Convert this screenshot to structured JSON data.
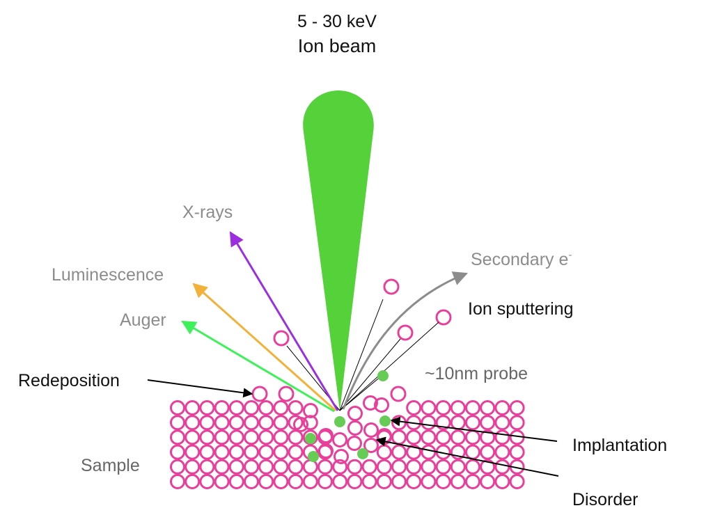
{
  "beam": {
    "energy": "5 - 30 keV",
    "name": "Ion beam",
    "color": "#55d13a"
  },
  "emissions": [
    {
      "label": "X-rays",
      "color": "#9b2fe0"
    },
    {
      "label": "Luminescence",
      "color": "#f2b23a"
    },
    {
      "label": "Auger",
      "color": "#3ef05a"
    },
    {
      "label": "Secondary e",
      "superscript": "-",
      "color": "#8c8c8c"
    }
  ],
  "labels": {
    "ion_sputtering": "Ion sputtering",
    "probe": "~10nm probe",
    "redeposition": "Redeposition",
    "implantation": "Implantation",
    "disorder": "Disorder",
    "sample": "Sample"
  },
  "colors": {
    "atom": "#e8409a",
    "implanted_ion": "#66cc55",
    "text_dark": "#111111",
    "text_gray": "#8c8c8c"
  }
}
